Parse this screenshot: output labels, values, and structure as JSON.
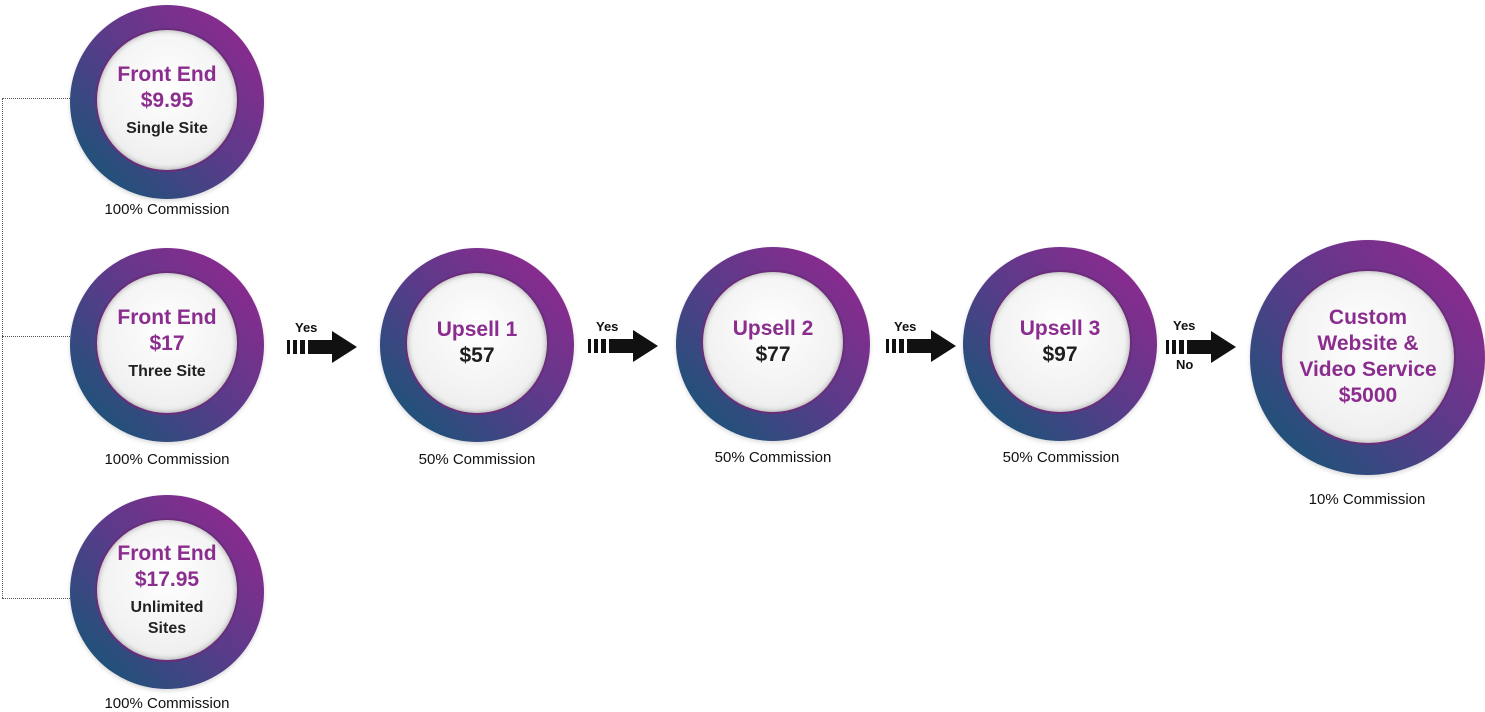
{
  "front_end": [
    {
      "title": "Front End",
      "price": "$9.95",
      "detail": "Single Site",
      "commission": "100% Commission"
    },
    {
      "title": "Front End",
      "price": "$17",
      "detail": "Three Site",
      "commission": "100% Commission"
    },
    {
      "title": "Front End",
      "price": "$17.95",
      "detail": "Unlimited Sites",
      "commission": "100% Commission"
    }
  ],
  "upsells": [
    {
      "title": "Upsell 1",
      "price": "$57",
      "commission": "50% Commission",
      "arrow_label": "Yes"
    },
    {
      "title": "Upsell 2",
      "price": "$77",
      "commission": "50% Commission",
      "arrow_label": "Yes"
    },
    {
      "title": "Upsell 3",
      "price": "$97",
      "commission": "50% Commission",
      "arrow_label": "Yes"
    }
  ],
  "final": {
    "title": "Custom Website & Video Service",
    "price": "$5000",
    "commission": "10% Commission",
    "arrow_yes": "Yes",
    "arrow_no": "No"
  }
}
